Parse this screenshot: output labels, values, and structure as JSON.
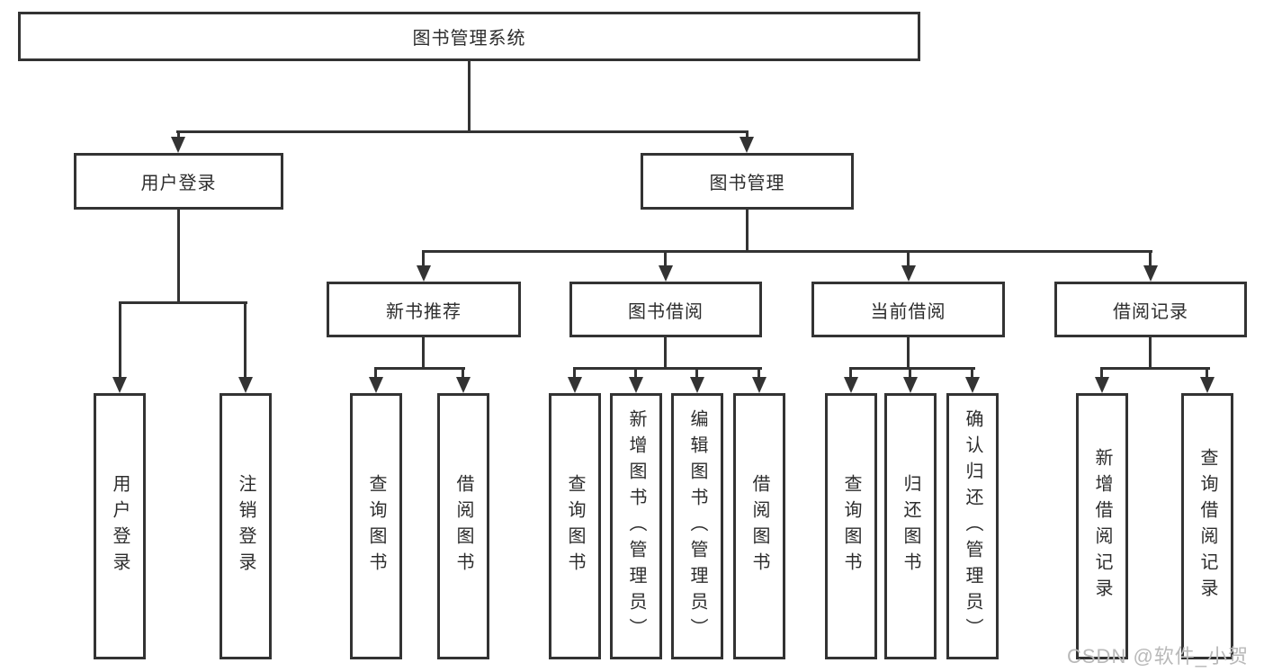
{
  "diagram": {
    "root": {
      "label": "图书管理系统"
    },
    "user_login": {
      "label": "用户登录",
      "children": [
        {
          "label": "用户登录"
        },
        {
          "label": "注销登录"
        }
      ]
    },
    "book_mgmt": {
      "label": "图书管理",
      "sections": [
        {
          "label": "新书推荐",
          "children": [
            {
              "label": "查询图书"
            },
            {
              "label": "借阅图书"
            }
          ]
        },
        {
          "label": "图书借阅",
          "children": [
            {
              "label": "查询图书"
            },
            {
              "label": "新增图书（管理员）"
            },
            {
              "label": "编辑图书（管理员）"
            },
            {
              "label": "借阅图书"
            }
          ]
        },
        {
          "label": "当前借阅",
          "children": [
            {
              "label": "查询图书"
            },
            {
              "label": "归还图书"
            },
            {
              "label": "确认归还（管理员）"
            }
          ]
        },
        {
          "label": "借阅记录",
          "children": [
            {
              "label": "新增借阅记录"
            },
            {
              "label": "查询借阅记录"
            }
          ]
        }
      ]
    }
  },
  "watermark": {
    "text": "CSDN @软件_小贺同学"
  },
  "colors": {
    "line": "#333333",
    "box_background": "#ffffff",
    "page_background": "#ffffff",
    "watermark": "#b9b9b9"
  }
}
